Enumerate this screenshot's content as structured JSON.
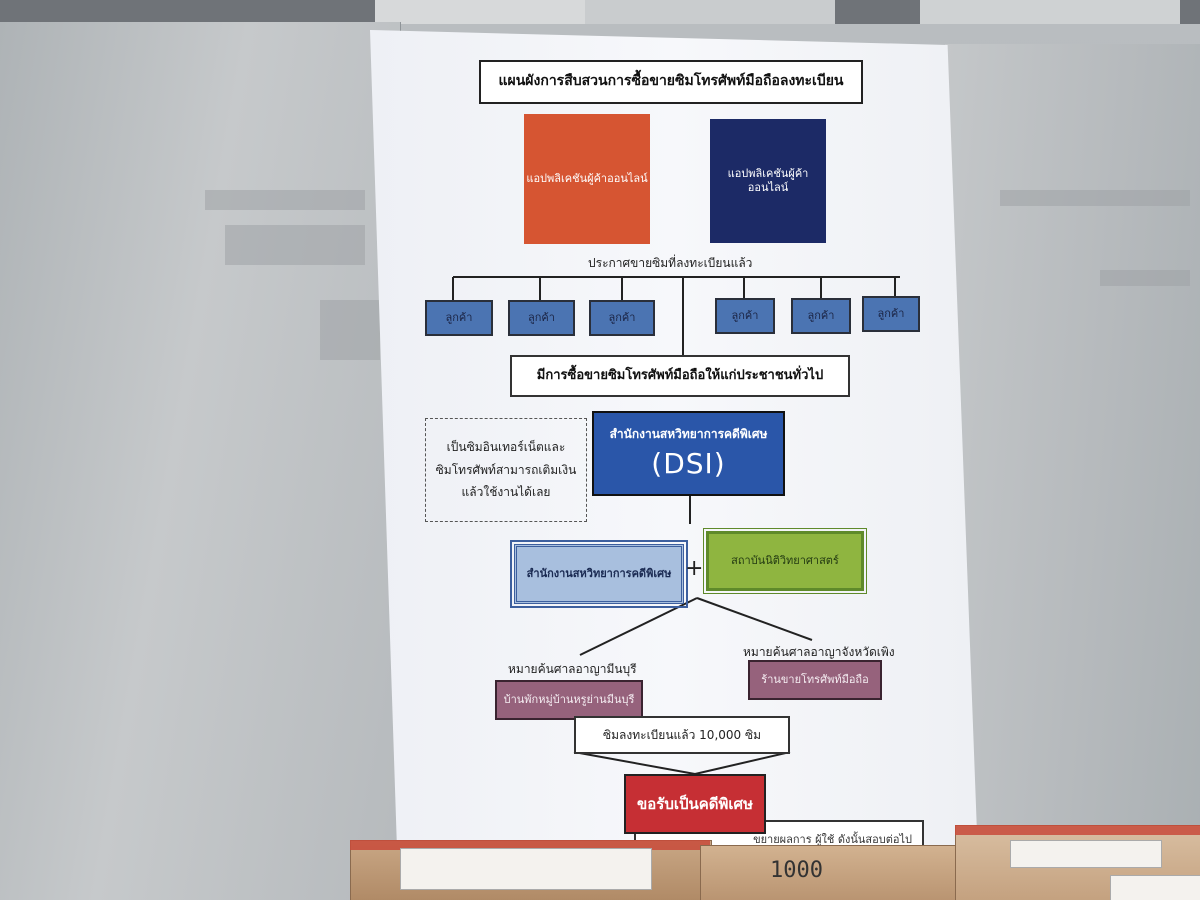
{
  "diagram": {
    "title": "แผนผังการสืบสวนการซื้อขายซิมโทรศัพท์มือถือลงทะเบียน",
    "app_left": "แอปพลิเคชันผู้ค้าออนไลน์",
    "app_right": "แอปพลิเคชันผู้ค้าออนไลน์",
    "announce": "ประกาศขายซิมที่ลงทะเบียนแล้ว",
    "customers": [
      "ลูกค้า",
      "ลูกค้า",
      "ลูกค้า",
      "ลูกค้า",
      "ลูกค้า",
      "ลูกค้า"
    ],
    "sale_box": "มีการซื้อขายซิมโทรศัพท์มือถือให้แก่ประชาชนทั่วไป",
    "note_lines": [
      "เป็นซิมอินเทอร์เน็ตและ",
      "ซิมโทรศัพท์สามารถเติมเงิน",
      "แล้วใช้งานได้เลย"
    ],
    "dsi_line1": "สำนักงานสหวิทยาการคดีพิเศษ",
    "dsi_line2": "(DSI)",
    "dsi_small": "สำนักงานสหวิทยาการคดีพิเศษ",
    "plus": "+",
    "forensic": "สถาบันนิติวิทยาศาสตร์",
    "warrant_left_label": "หมายค้นศาลอาญามีนบุรี",
    "warrant_left_box": "บ้านพักหมู่บ้านหรูย่านมีนบุรี",
    "warrant_right_label": "หมายค้นศาลอาญาจังหวัดเพิง",
    "warrant_right_box": "ร้านขายโทรศัพท์มือถือ",
    "sim_count": "ซิมลงทะเบียนแล้ว 10,000 ซิม",
    "special_case": "ขอรับเป็นคดีพิเศษ",
    "bottom_text": "ขยายผลการ ผู้ใช้ ดังนั้นสอบต่อไป"
  },
  "scene": {
    "box_label": "1000"
  }
}
